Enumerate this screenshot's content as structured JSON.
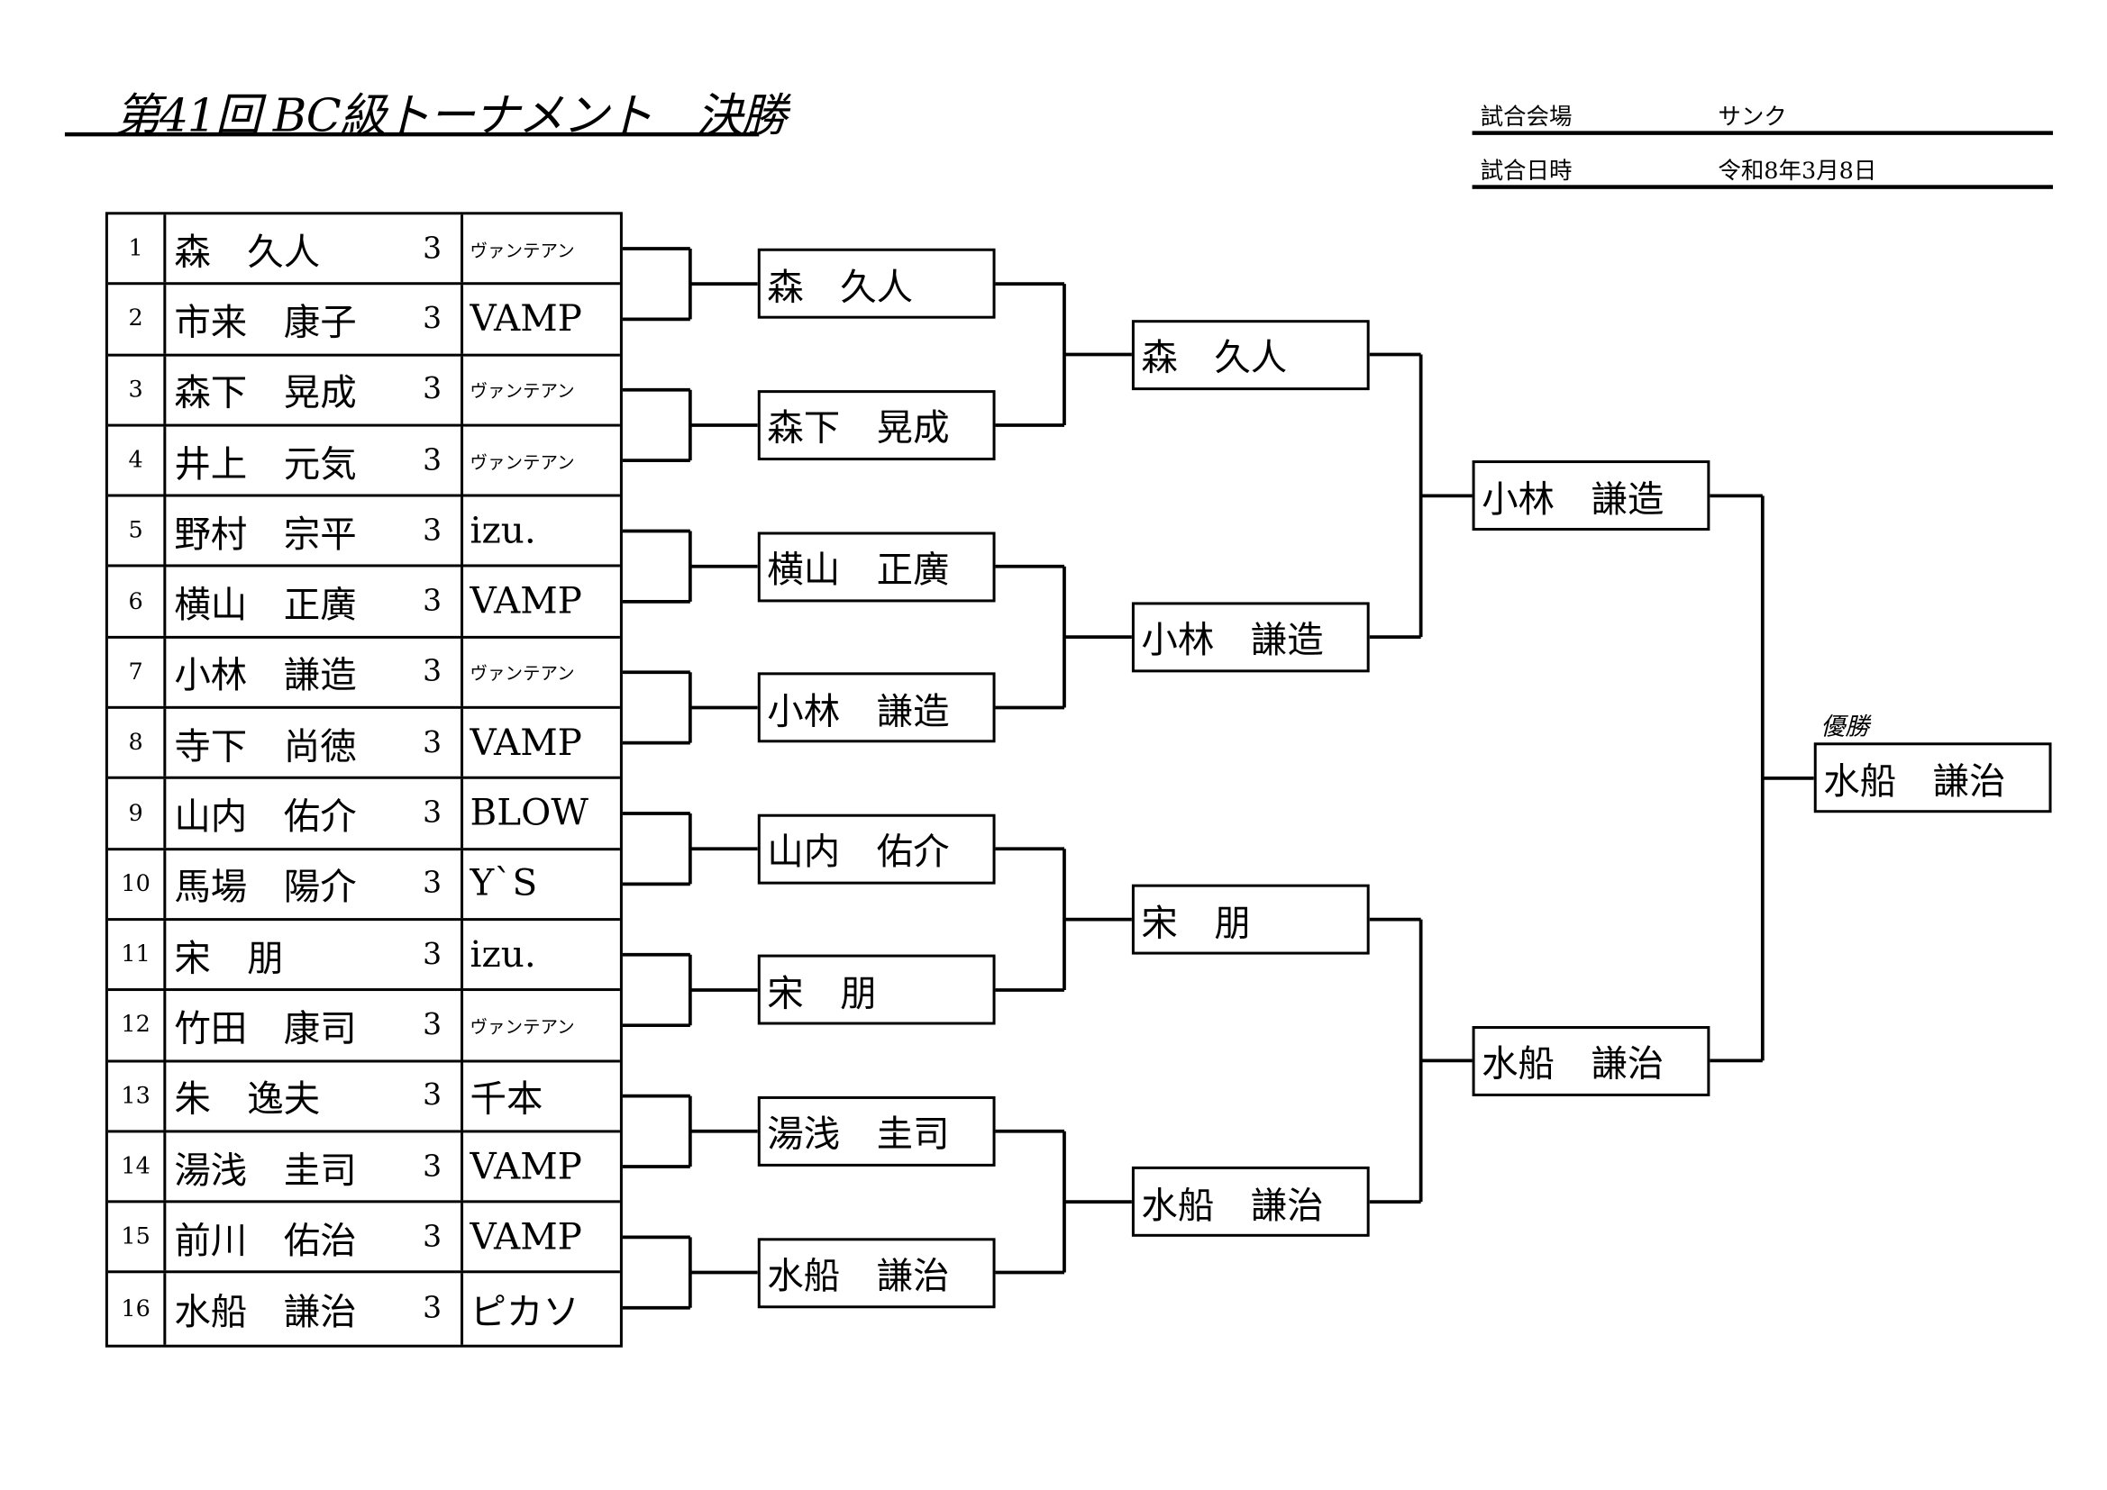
{
  "title": "第41回 BC級トーナメント　決勝",
  "info": {
    "venue_label": "試合会場",
    "venue_value": "サンク",
    "date_label": "試合日時",
    "date_value": "令和8年3月8日"
  },
  "entrants": [
    {
      "no": "1",
      "name": "森　久人",
      "grade": "3",
      "team": "ヴァンテアン"
    },
    {
      "no": "2",
      "name": "市来　康子",
      "grade": "3",
      "team": "VAMP"
    },
    {
      "no": "3",
      "name": "森下　晃成",
      "grade": "3",
      "team": "ヴァンテアン"
    },
    {
      "no": "4",
      "name": "井上　元気",
      "grade": "3",
      "team": "ヴァンテアン"
    },
    {
      "no": "5",
      "name": "野村　宗平",
      "grade": "3",
      "team": "izu."
    },
    {
      "no": "6",
      "name": "横山　正廣",
      "grade": "3",
      "team": "VAMP"
    },
    {
      "no": "7",
      "name": "小林　謙造",
      "grade": "3",
      "team": "ヴァンテアン"
    },
    {
      "no": "8",
      "name": "寺下　尚徳",
      "grade": "3",
      "team": "VAMP"
    },
    {
      "no": "9",
      "name": "山内　佑介",
      "grade": "3",
      "team": "BLOW"
    },
    {
      "no": "10",
      "name": "馬場　陽介",
      "grade": "3",
      "team": "Y`S"
    },
    {
      "no": "11",
      "name": "宋　朋",
      "grade": "3",
      "team": "izu."
    },
    {
      "no": "12",
      "name": "竹田　康司",
      "grade": "3",
      "team": "ヴァンテアン"
    },
    {
      "no": "13",
      "name": "朱　逸夫",
      "grade": "3",
      "team": "千本"
    },
    {
      "no": "14",
      "name": "湯浅　圭司",
      "grade": "3",
      "team": "VAMP"
    },
    {
      "no": "15",
      "name": "前川　佑治",
      "grade": "3",
      "team": "VAMP"
    },
    {
      "no": "16",
      "name": "水船　謙治",
      "grade": "3",
      "team": "ピカソ"
    }
  ],
  "rounds": [
    [
      "森　久人",
      "森下　晃成",
      "横山　正廣",
      "小林　謙造",
      "山内　佑介",
      "宋　朋",
      "湯浅　圭司",
      "水船　謙治"
    ],
    [
      "森　久人",
      "小林　謙造",
      "宋　朋",
      "水船　謙治"
    ],
    [
      "小林　謙造",
      "水船　謙治"
    ],
    [
      "水船　謙治"
    ]
  ],
  "winner_label": "優勝"
}
